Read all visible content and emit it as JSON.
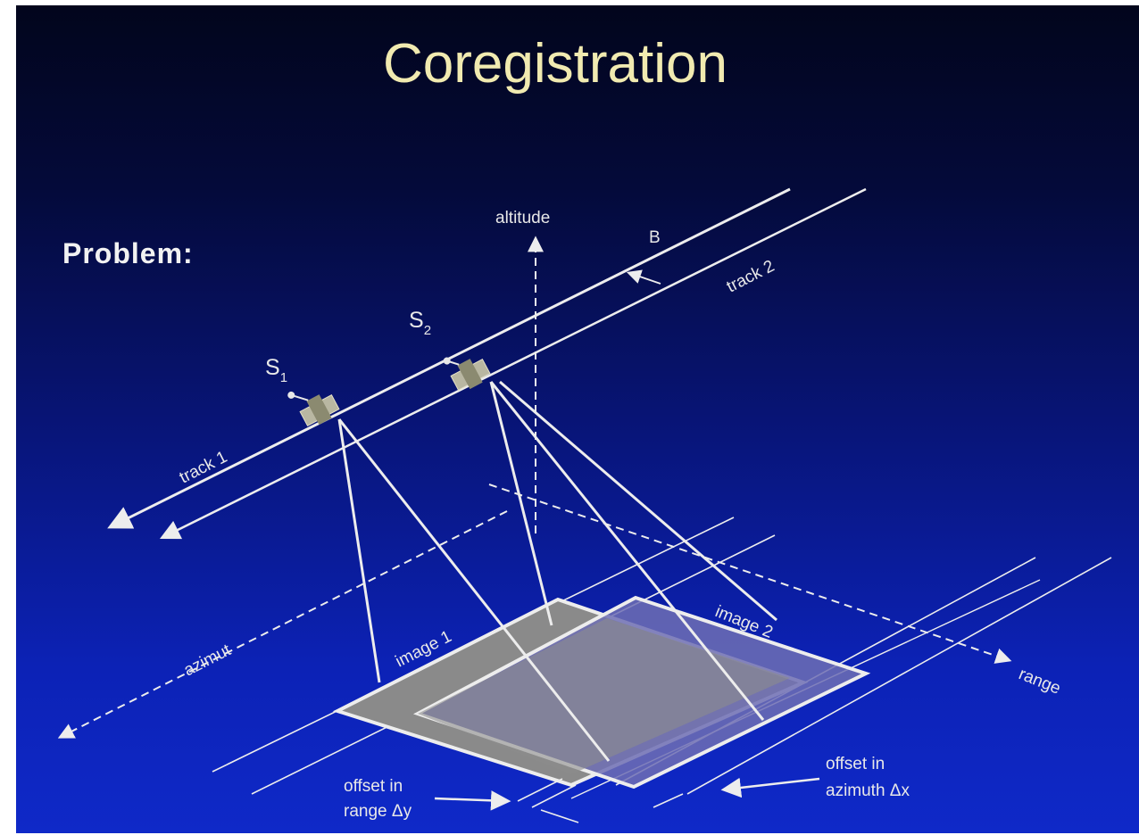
{
  "title": "Coregistration",
  "problem_label": "Problem:",
  "labels": {
    "altitude": "altitude",
    "baseline": "B",
    "track1": "track 1",
    "track2": "track 2",
    "s1_letter": "S",
    "s1_sub": "1",
    "s2_letter": "S",
    "s2_sub": "2",
    "azimuth": "azimut",
    "image1": "image 1",
    "image2": "image 2",
    "range": "range",
    "offset_range_line1": "offset in",
    "offset_range_line2": "range Δy",
    "offset_azimuth_line1": "offset in",
    "offset_azimuth_line2": "azimuth Δx"
  },
  "colors": {
    "title": "#f1eab0",
    "lines": "#ededed",
    "image1_fill": "#8a8a8a",
    "image2_fill": "#6d6db0"
  },
  "icons": [
    "satellite-icon",
    "satellite-icon"
  ]
}
